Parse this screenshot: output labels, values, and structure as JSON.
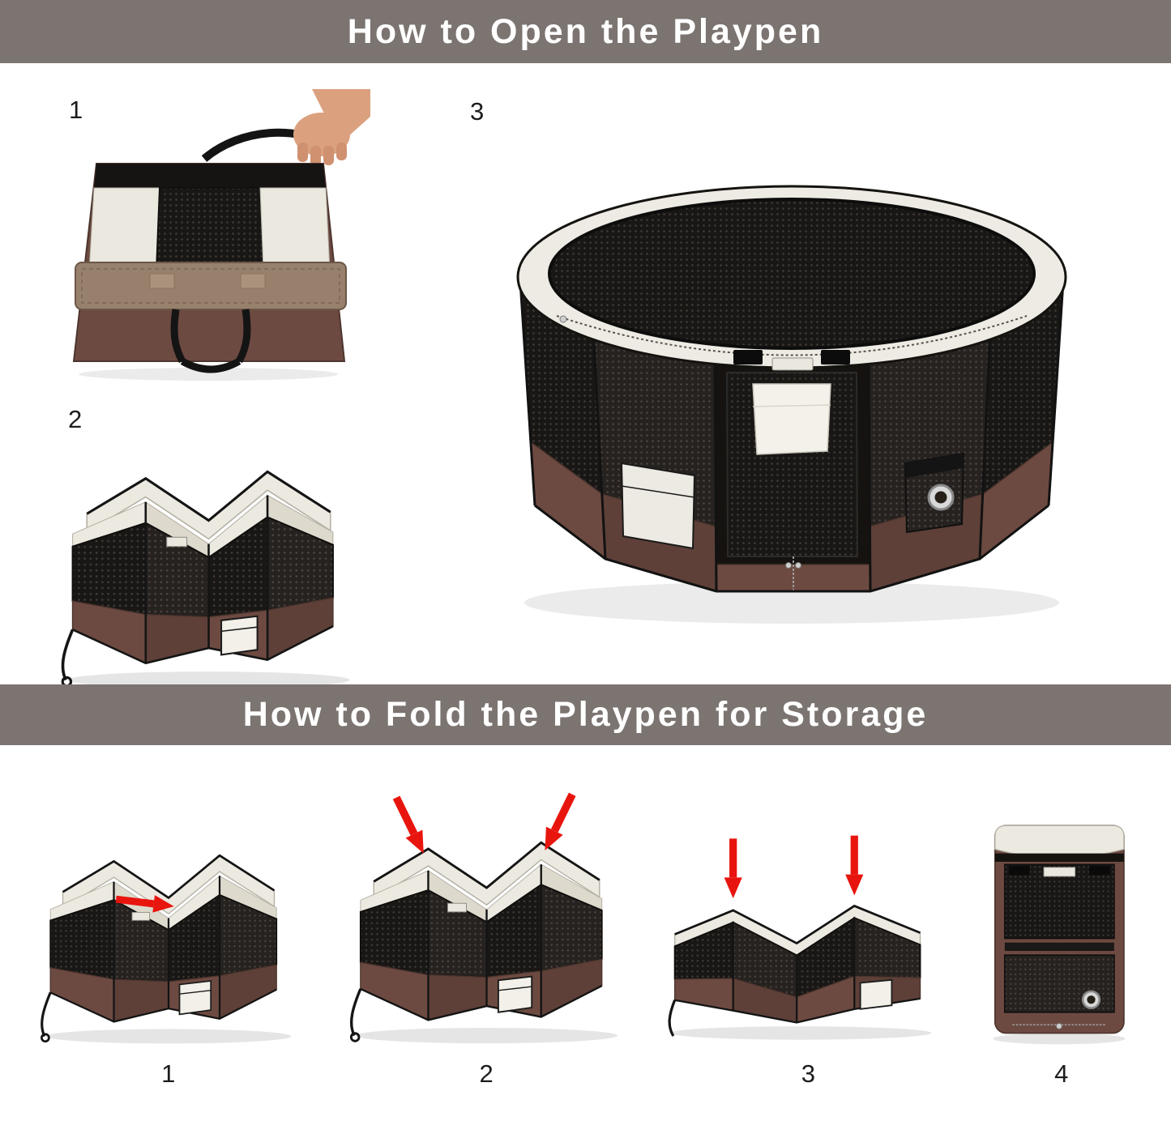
{
  "banners": {
    "open": {
      "title": "How to Open the Playpen",
      "bg": "#7b7470",
      "text_color": "#ffffff"
    },
    "fold": {
      "title": "How to Fold the Playpen for Storage",
      "bg": "#7b7470",
      "text_color": "#ffffff"
    }
  },
  "open_steps": [
    {
      "number": "1",
      "photo": "playpen-packed-in-carry-bag-with-hand"
    },
    {
      "number": "2",
      "photo": "playpen-half-unfolded-star-shape"
    },
    {
      "number": "3",
      "photo": "playpen-fully-open-octagon-with-mesh-top"
    }
  ],
  "fold_steps": [
    {
      "number": "1",
      "photo": "push-side-panel-inward-red-arrow"
    },
    {
      "number": "2",
      "photo": "push-two-corners-down-red-arrows"
    },
    {
      "number": "3",
      "photo": "collapse-flat-red-arrows"
    },
    {
      "number": "4",
      "photo": "folded-upright-pack"
    }
  ],
  "colors": {
    "banner_gray": "#7b7470",
    "fabric_brown": "#6d4a41",
    "fabric_brown_dark": "#5e4038",
    "fabric_cream": "#ece9e1",
    "flap_tan": "#97806c",
    "mesh_black": "#181614",
    "arrow_red": "#e8150e"
  }
}
